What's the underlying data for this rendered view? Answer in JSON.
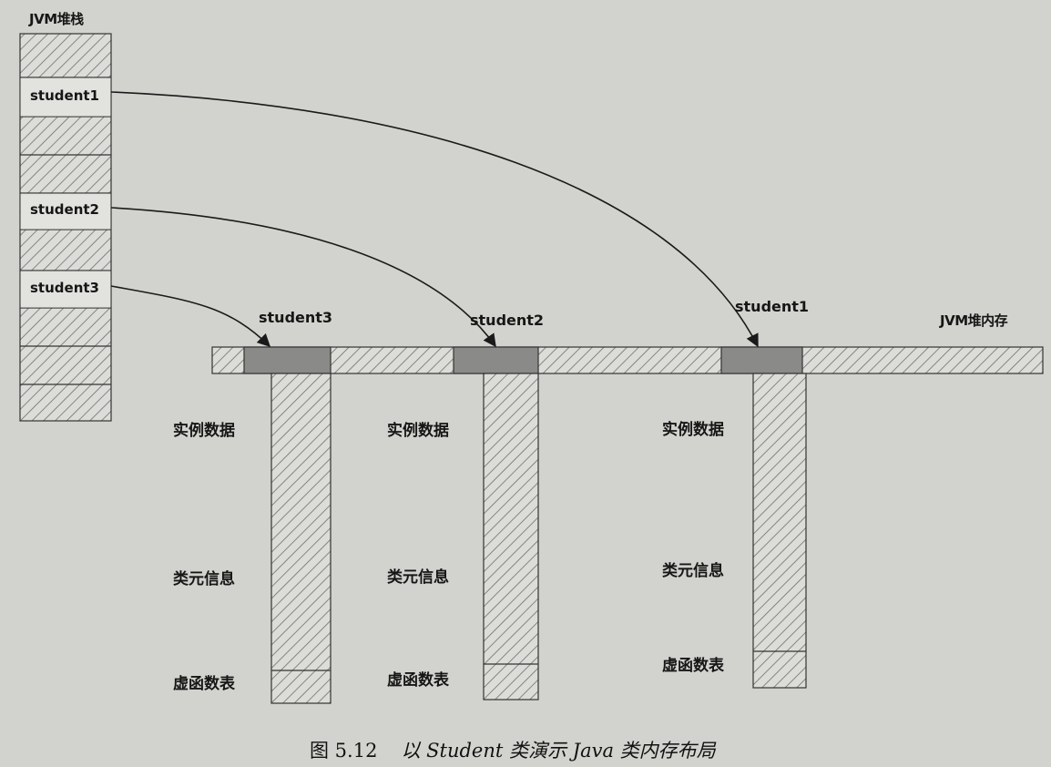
{
  "stack": {
    "title": "JVM堆栈",
    "refs": [
      "student1",
      "student2",
      "student3"
    ]
  },
  "heap": {
    "title": "JVM堆内存",
    "objects": [
      {
        "label": "student3",
        "sections": [
          "实例数据",
          "类元信息",
          "虚函数表"
        ]
      },
      {
        "label": "student2",
        "sections": [
          "实例数据",
          "类元信息",
          "虚函数表"
        ]
      },
      {
        "label": "student1",
        "sections": [
          "实例数据",
          "类元信息",
          "虚函数表"
        ]
      }
    ]
  },
  "caption": {
    "number": "图 5.12",
    "text": "以 Student 类演示 Java 类内存布局"
  },
  "colors": {
    "background": "#d2d3ce",
    "hatch": "#6f6f6f",
    "header_fill": "#8a8a88",
    "line": "#1a1a1a"
  }
}
